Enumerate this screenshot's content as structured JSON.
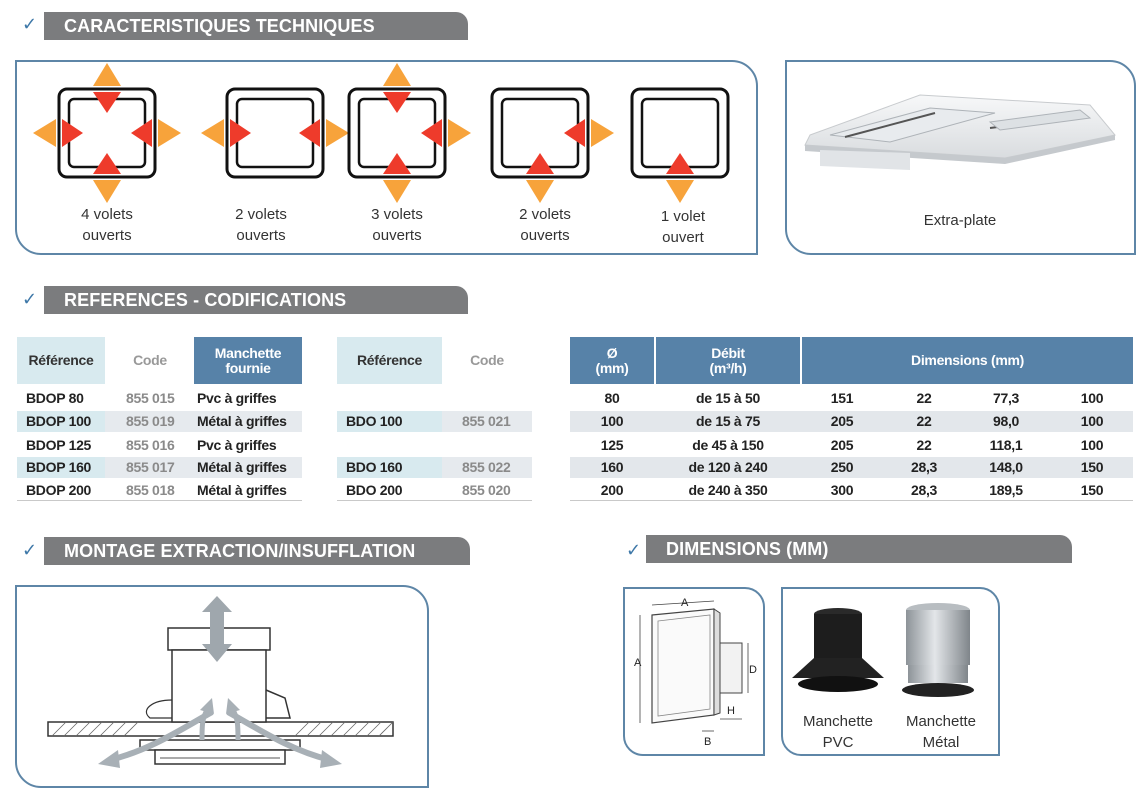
{
  "sections": {
    "caracteristiques": "CARACTERISTIQUES TECHNIQUES",
    "references": "REFERENCES - CODIFICATIONS",
    "montage": "MONTAGE EXTRACTION/INSUFFLATION",
    "dimensions": "DIMENSIONS (MM)"
  },
  "check_glyph": "✓",
  "volets": [
    {
      "line1": "4 volets",
      "line2": "ouverts"
    },
    {
      "line1": "2 volets",
      "line2": "ouverts"
    },
    {
      "line1": "3 volets",
      "line2": "ouverts"
    },
    {
      "line1": "2 volets",
      "line2": "ouverts"
    },
    {
      "line1": "1 volet",
      "line2": "ouvert"
    }
  ],
  "extra_plate_label": "Extra-plate",
  "table1": {
    "headers": {
      "reference": "Référence",
      "code": "Code",
      "manchette_1": "Manchette",
      "manchette_2": "fournie"
    },
    "rows": [
      {
        "ref": "BDOP 80",
        "code": "855 015",
        "manchette": "Pvc à griffes"
      },
      {
        "ref": "BDOP 100",
        "code": "855 019",
        "manchette": "Métal à griffes"
      },
      {
        "ref": "BDOP 125",
        "code": "855 016",
        "manchette": "Pvc à griffes"
      },
      {
        "ref": "BDOP 160",
        "code": "855 017",
        "manchette": "Métal à griffes"
      },
      {
        "ref": "BDOP 200",
        "code": "855 018",
        "manchette": "Métal à griffes"
      }
    ]
  },
  "table2": {
    "headers": {
      "reference": "Référence",
      "code": "Code"
    },
    "rows": [
      {
        "ref": "",
        "code": ""
      },
      {
        "ref": "BDO 100",
        "code": "855 021"
      },
      {
        "ref": "",
        "code": ""
      },
      {
        "ref": "BDO 160",
        "code": "855 022"
      },
      {
        "ref": "BDO 200",
        "code": "855 020"
      }
    ]
  },
  "table3": {
    "headers": {
      "diam_1": "Ø",
      "diam_2": "(mm)",
      "debit_1": "Débit",
      "debit_2": "(m³/h)",
      "dimensions": "Dimensions (mm)"
    },
    "rows": [
      {
        "diam": "80",
        "debit": "de 15 à 50",
        "a": "151",
        "b": "22",
        "c": "77,3",
        "d": "100"
      },
      {
        "diam": "100",
        "debit": "de 15 à 75",
        "a": "205",
        "b": "22",
        "c": "98,0",
        "d": "100"
      },
      {
        "diam": "125",
        "debit": "de 45 à 150",
        "a": "205",
        "b": "22",
        "c": "118,1",
        "d": "100"
      },
      {
        "diam": "160",
        "debit": "de 120 à 240",
        "a": "250",
        "b": "28,3",
        "c": "148,0",
        "d": "150"
      },
      {
        "diam": "200",
        "debit": "de 240 à 350",
        "a": "300",
        "b": "28,3",
        "c": "189,5",
        "d": "150"
      }
    ]
  },
  "dimension_labels": {
    "a_top": "A",
    "a_left": "A",
    "d": "D",
    "h": "H",
    "b": "B"
  },
  "manchettes": [
    {
      "line1": "Manchette",
      "line2": "PVC"
    },
    {
      "line1": "Manchette",
      "line2": "Métal"
    }
  ],
  "colors": {
    "header_bar": "#7b7c7e",
    "frame_blue": "#5e86a7",
    "table_header_blue": "#5782a8",
    "table_header_light": "#d8eaef",
    "arrow_orange": "#f7a33b",
    "arrow_red": "#ee3b2b"
  }
}
